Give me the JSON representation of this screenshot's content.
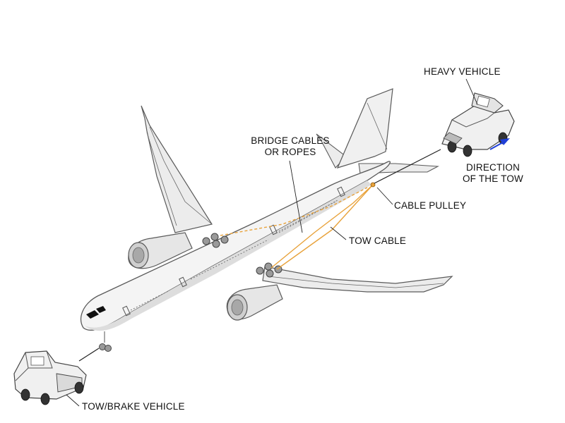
{
  "labels": {
    "heavy_vehicle": "HEAVY VEHICLE",
    "direction_line1": "DIRECTION",
    "direction_line2": "OF THE TOW",
    "bridge_line1": "BRIDGE CABLES",
    "bridge_line2": "OR ROPES",
    "cable_pulley": "CABLE PULLEY",
    "tow_cable": "TOW CABLE",
    "tow_brake_vehicle": "TOW/BRAKE VEHICLE"
  },
  "colors": {
    "cable": "#E8A23A",
    "direction_arrow": "#1F3FD8",
    "airframe_fill": "#F2F2F2",
    "airframe_stroke": "#5A5A5A",
    "shade": "#D4D4D4"
  }
}
